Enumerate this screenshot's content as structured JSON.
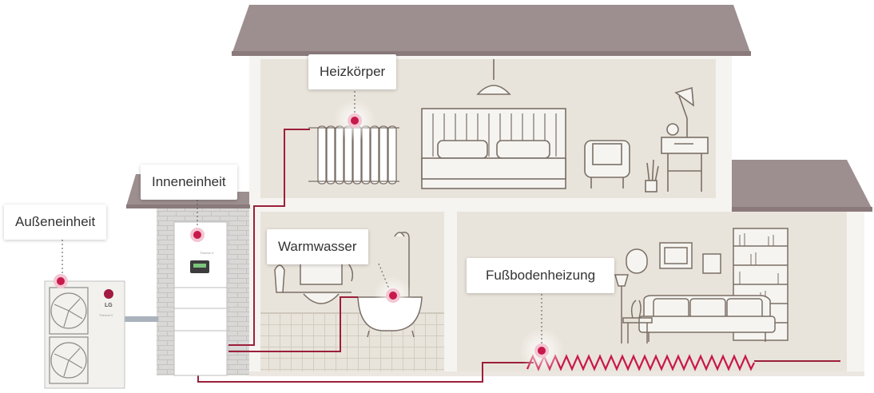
{
  "labels": {
    "outdoor_unit": "Außeneinheit",
    "indoor_unit": "Inneneinheit",
    "radiator": "Heizkörper",
    "hot_water": "Warmwasser",
    "floor_heating": "Fußbodenheizung"
  },
  "device": {
    "brand": "LG",
    "series": "Therma V"
  },
  "colors": {
    "accent": "#c8194b",
    "pipe": "#9b1f3a",
    "roof": "#9d8e8f",
    "wall": "#e9e4db",
    "outline": "#7a6f66"
  }
}
